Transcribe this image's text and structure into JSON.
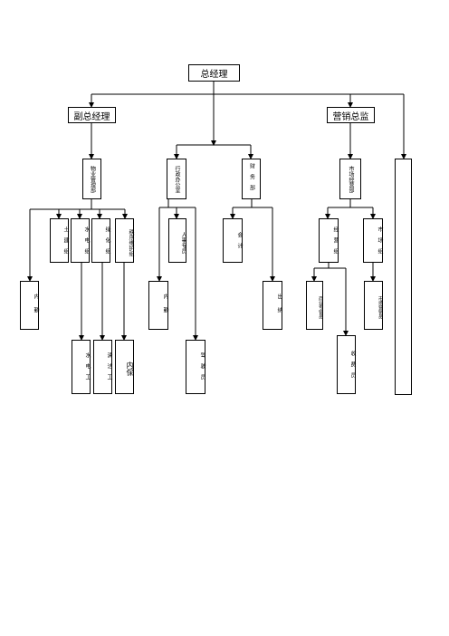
{
  "nodes": {
    "gm": "总经理",
    "vgm": "副总经理",
    "sales_dir": "营销总监",
    "prop_mgmt": "物业管理部",
    "admin_office": "行政办公室",
    "finance": "财务部",
    "market_dept": "市场经营部",
    "civil": "土建组",
    "water_elec": "水电组",
    "greening": "绿化组",
    "order": "秩序维护组",
    "hr": "人事专员",
    "accounting": "会计",
    "operation_grp": "经营组",
    "market_grp": "市场组",
    "cashier_left": "内勤",
    "electrician": "水电工",
    "cleaner": "清洁工",
    "security": "内保",
    "cashier_mid": "内勤",
    "driver": "驾驶员",
    "teller": "出纳",
    "biz_specialist": "商业专管员",
    "market_sales": "市场营销员",
    "collector": "收费员"
  }
}
